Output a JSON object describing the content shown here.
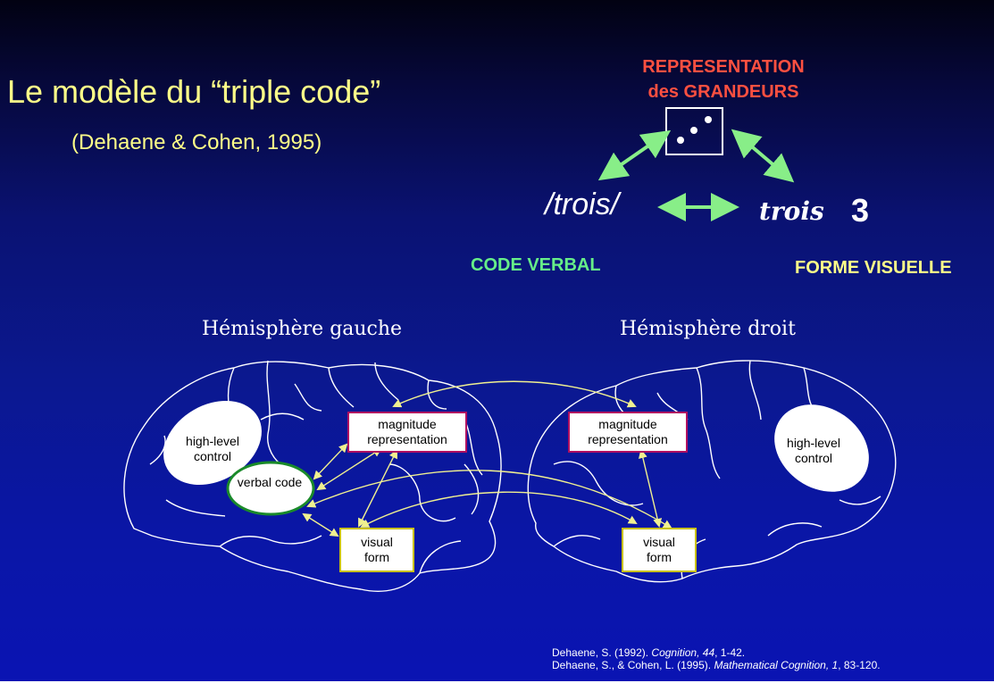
{
  "slide": {
    "title": "Le modèle du “triple code”",
    "subtitle": "(Dehaene & Cohen, 1995)",
    "triangle": {
      "magnitude_label_1": "REPRESENTATION",
      "magnitude_label_2": "des GRANDEURS",
      "spoken_word": "/trois/",
      "written_word": "trois",
      "digit": "3",
      "verbal_code_label": "CODE VERBAL",
      "visual_form_label": "FORME VISUELLE"
    },
    "brain": {
      "left_hemisphere": "Hémisphère gauche",
      "right_hemisphere": "Hémisphère droit",
      "left_high_level_control": "high-level control",
      "right_high_level_control": "high-level control",
      "verbal_code": "verbal code",
      "left_magnitude_line1": "magnitude",
      "left_magnitude_line2": "representation",
      "right_magnitude_line1": "magnitude",
      "right_magnitude_line2": "representation",
      "left_visual_line1": "visual",
      "left_visual_line2": "form",
      "right_visual_line1": "visual",
      "right_visual_line2": "form"
    },
    "references": {
      "ref1_author": "Dehaene, S. (1992). ",
      "ref1_journal": "Cognition, 44",
      "ref1_pages": ", 1-42.",
      "ref2_author": "Dehaene, S., & Cohen, L. (1995). ",
      "ref2_journal": "Mathematical Cognition, 1",
      "ref2_pages": ", 83-120."
    },
    "colors": {
      "title": "#ffff88",
      "magnitude_heading": "#ff5040",
      "arrows": "#88ee88",
      "verbal_heading": "#66ee88",
      "visual_heading": "#ffff88",
      "brain_arrows": "#f0f090"
    }
  }
}
